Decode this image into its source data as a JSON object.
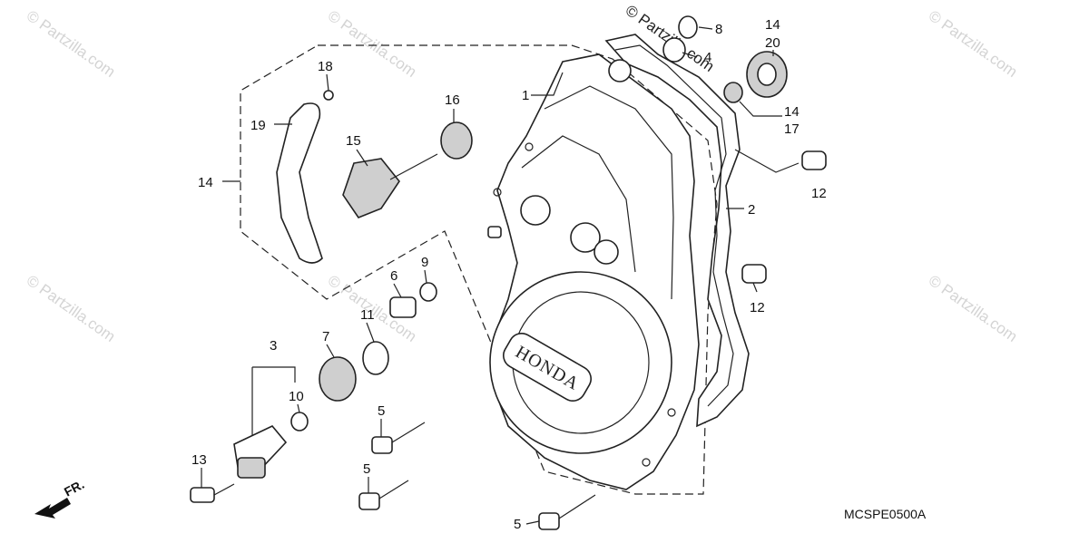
{
  "diagram": {
    "drawing_code": "MCSPE0500A",
    "direction_label": "FR.",
    "cover_logo": "HONDA",
    "copyright_symbol": "©",
    "watermark_text": "Partzilla.com",
    "callouts": {
      "c1": "1",
      "c2": "2",
      "c3": "3",
      "c4": "4",
      "c5a": "5",
      "c5b": "5",
      "c5c": "5",
      "c6": "6",
      "c7": "7",
      "c8": "8",
      "c9": "9",
      "c10": "10",
      "c11": "11",
      "c12a": "12",
      "c12b": "12",
      "c13": "13",
      "c14a": "14",
      "c14b": "14",
      "c14c": "14",
      "c15": "15",
      "c16": "16",
      "c17": "17",
      "c18": "18",
      "c19": "19",
      "c20": "20"
    }
  }
}
